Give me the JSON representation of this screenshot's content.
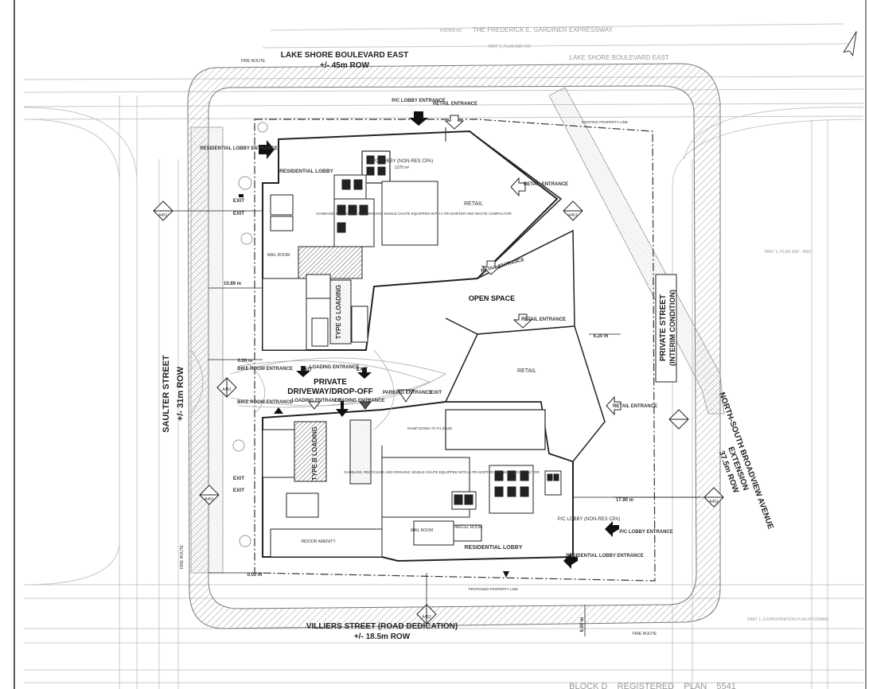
{
  "streets": {
    "expressway_known_as": "KNOWN AS",
    "expressway": "THE FREDERICK E. GARDINER EXPRESSWAY",
    "lakeshore_top": "LAKE SHORE BOULEVARD EAST",
    "lakeshore_row": "+/- 45m ROW",
    "lakeshore_right": "LAKE SHORE BOULEVARD EAST",
    "saulter": "SAULTER STREET",
    "saulter_row": "+/- 31m ROW",
    "villiers": "VILLIERS STREET (ROAD DEDICATION)",
    "villiers_row": "+/- 18.5m ROW",
    "private_street": "PRIVATE STREET",
    "private_street_sub": "(INTERIM CONDITION)",
    "broadview_1": "NORTH-SOUTH BROADVIEW AVENUE",
    "broadview_2": "EXTENSION",
    "broadview_3": "37.5m ROW",
    "block_bottom": "BLOCK D    REGISTERED    PLAN    5541"
  },
  "labels": {
    "residential_lobby": "RESIDENTIAL LOBBY",
    "residential_lobby_entrance": "RESIDENTIAL LOBBY ENTRANCE",
    "pic_lobby_entrance_top": "P/C LOBBY ENTRANCE",
    "retail_entrance": "RETAIL ENTRANCE",
    "pic_lobby_non_res": "P/C LOBBY (NON-RES CPA)",
    "pic_lobby_area": "1270 m²",
    "retail": "RETAIL",
    "open_space": "OPEN SPACE",
    "private_dropoff_1": "PRIVATE",
    "private_dropoff_2": "DRIVEWAY/DROP-OFF",
    "loading_entrance": "LOADING ENTRANCE",
    "parking_entrance": "PARKING ENTRANCE",
    "bike_room_entrance": "BIKE ROOM ENTRANCE",
    "exit": "EXIT",
    "type_g_loading": "TYPE G LOADING",
    "type_b_loading": "TYPE B LOADING",
    "garbage_text": "GARBAGE, RECYCLING AND ORGANIC SINGLE CHUTE EQUIPPED WITH A TRI-SORTER AND WASTE COMPACTOR",
    "ramp_down": "RAMP DOWN TO P1 (PUB)",
    "indoor_amenity": "INDOOR AMENITY",
    "mail_room": "MAIL ROOM",
    "parcel_room": "PARCEL ROOM",
    "residential_lobby_s": "RESIDENTIAL LOBBY",
    "pic_lobby_s": "P/C LOBBY (NON-RES CPA)",
    "pic_lobby_entrance_s": "P/C LOBBY ENTRANCE",
    "fire_route": "FIRE ROUTE",
    "existing_property_line": "EXISTING PROPERTY LINE",
    "proposed_property_line": "PROPOSED PROPERTY LINE",
    "part_1_plan": "PART 1, PLAN 63R-735",
    "part_2_plan": "PART 2, PLAN 63R - 4891",
    "part_1_expropriation": "PART 1, EXPROPRIATION PLAN AT5330889"
  },
  "dimensions": {
    "d1": "10.89 m",
    "d2": "0.00 m",
    "d3": "0.00 m",
    "d4": "6.20 m",
    "d5": "17.90 m",
    "d6": "6.00 m"
  },
  "section_markers": {
    "a1": "A451",
    "a2": "A451",
    "a3": "A451",
    "a4": "A451",
    "a5": "A451",
    "a6": "A452"
  }
}
